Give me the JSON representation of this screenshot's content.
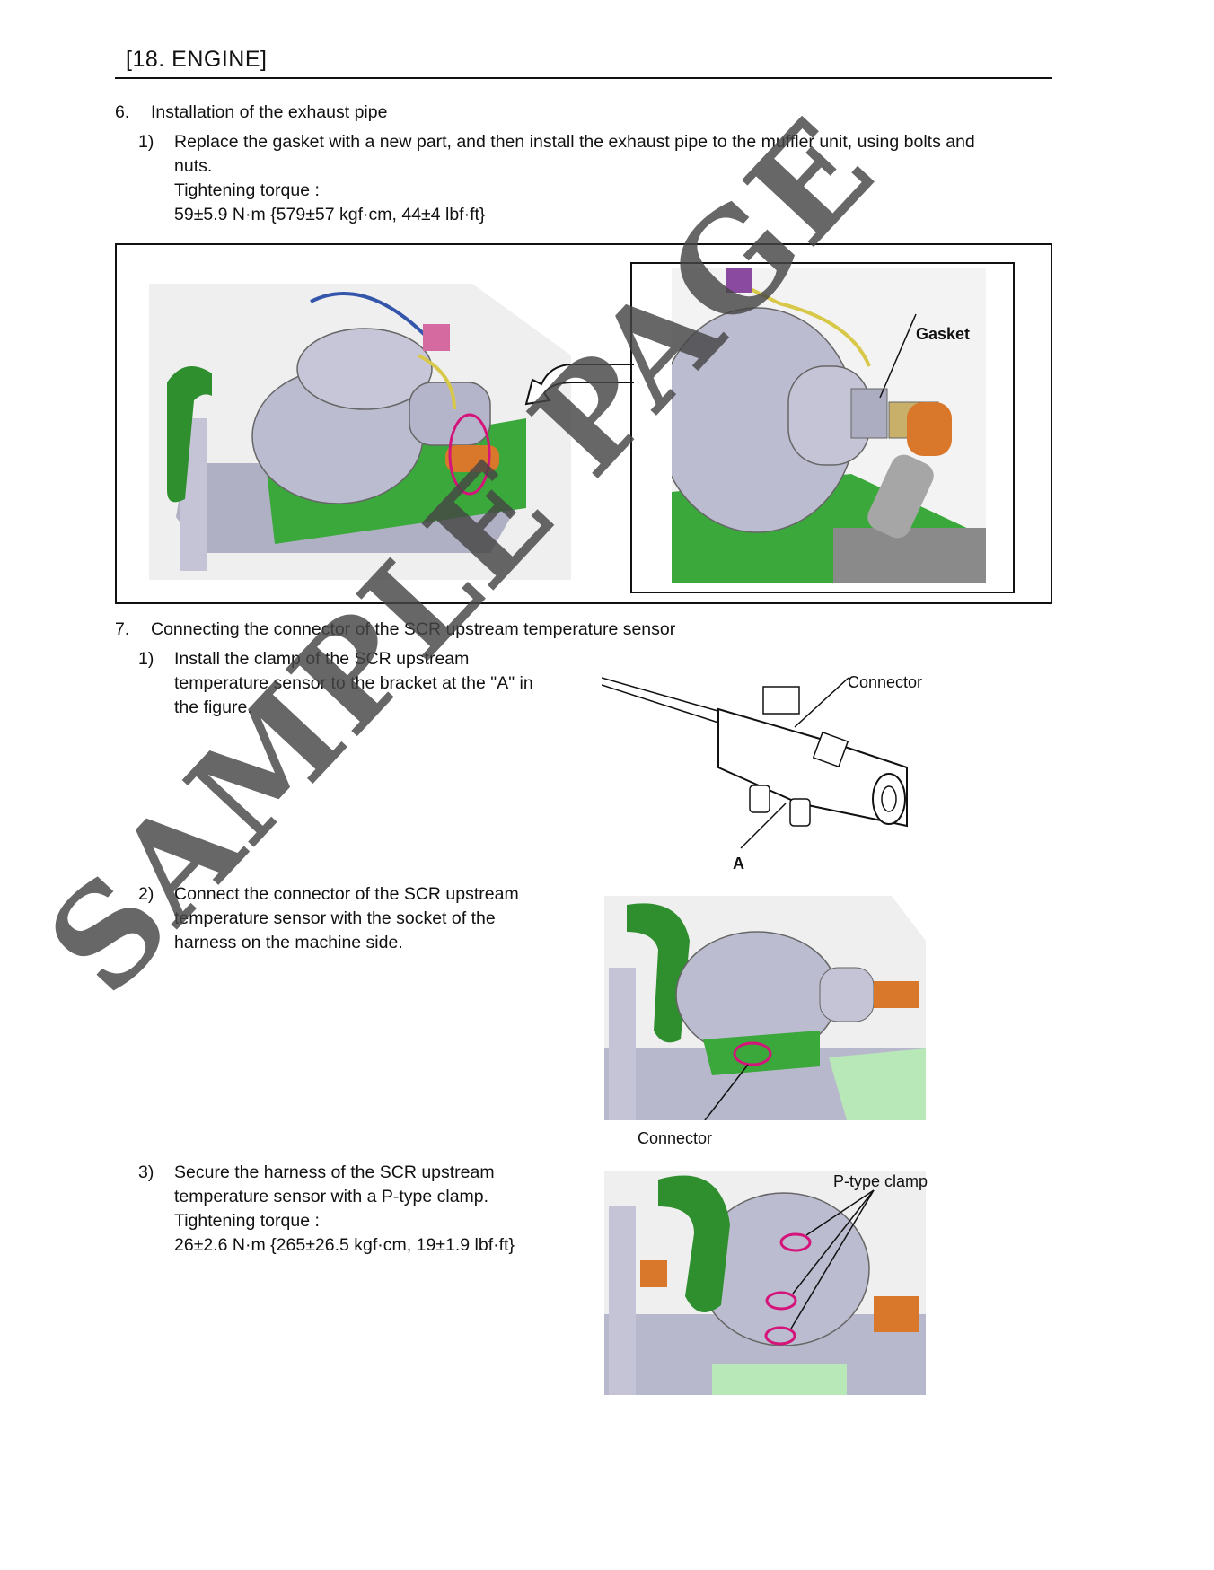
{
  "header": {
    "section": "[18.   ENGINE]"
  },
  "step6": {
    "number": "6.",
    "title": "Installation of the exhaust pipe",
    "sub1": {
      "number": "1)",
      "line1": "Replace the gasket with a new part, and then install the exhaust pipe to the muffler unit, using bolts and",
      "line2": "nuts.",
      "torque_label": "Tightening torque :",
      "torque_value": "59±5.9 N·m {579±57 kgf·cm, 44±4 lbf·ft}"
    },
    "figure": {
      "callout_gasket": "Gasket"
    }
  },
  "step7": {
    "number": "7.",
    "title": "Connecting the connector of the SCR upstream temperature sensor",
    "sub1": {
      "number": "1)",
      "line1": "Install the clamp of the SCR upstream",
      "line2": "temperature sensor to the bracket at the \"A\" in",
      "line3": "the figure.",
      "fig_connector": "Connector",
      "fig_a": "A"
    },
    "sub2": {
      "number": "2)",
      "line1": "Connect the connector of the SCR upstream",
      "line2": "temperature sensor with the socket of the",
      "line3": "harness on the machine side.",
      "fig_connector": "Connector"
    },
    "sub3": {
      "number": "3)",
      "line1": "Secure the harness of the SCR upstream",
      "line2": "temperature sensor with a P-type clamp.",
      "torque_label": "Tightening torque :",
      "torque_value": "26±2.6 N·m {265±26.5 kgf·cm, 19±1.9 lbf·ft}",
      "fig_clamp": "P-type clamp"
    }
  },
  "watermark": "SAMPLE PAGE",
  "colors": {
    "machine_green": "#3aa83a",
    "muffler_gray": "#b8b8cc",
    "pipe_orange": "#d9772a",
    "highlight_magenta": "#d4147a"
  }
}
